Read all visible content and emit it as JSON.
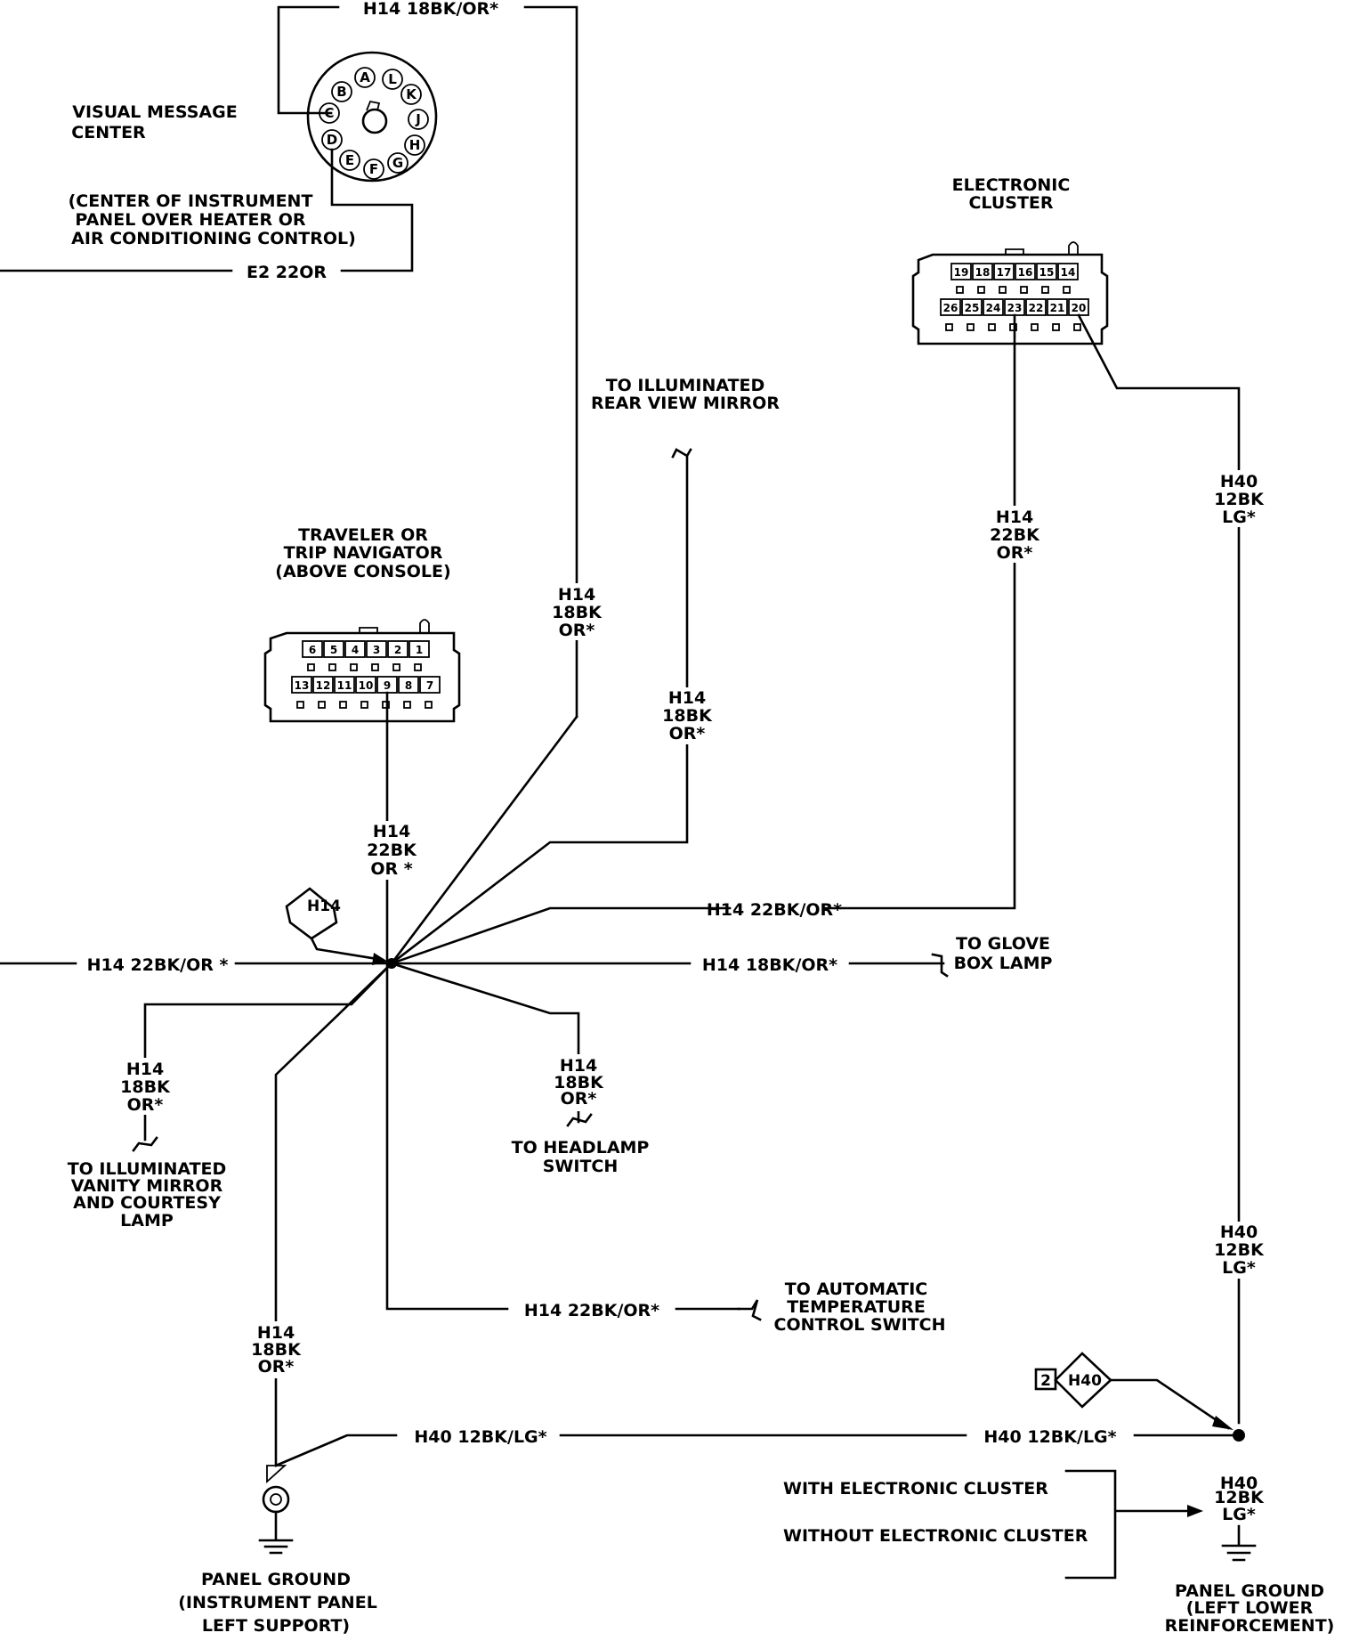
{
  "visual_message_center": {
    "title_line1": "VISUAL MESSAGE",
    "title_line2": "CENTER",
    "location_line1": "(CENTER OF INSTRUMENT",
    "location_line2": "PANEL OVER HEATER OR",
    "location_line3": "AIR CONDITIONING CONTROL)",
    "pins": [
      "A",
      "B",
      "C",
      "D",
      "E",
      "F",
      "G",
      "H",
      "J",
      "K",
      "L"
    ]
  },
  "electronic_cluster": {
    "title_line1": "ELECTRONIC",
    "title_line2": "CLUSTER",
    "top_pins": [
      "19",
      "18",
      "17",
      "16",
      "15",
      "14"
    ],
    "bottom_pins": [
      "26",
      "25",
      "24",
      "23",
      "22",
      "21",
      "20"
    ]
  },
  "traveler": {
    "title_line1": "TRAVELER OR",
    "title_line2": "TRIP NAVIGATOR",
    "title_line3": "(ABOVE CONSOLE)",
    "top_pins": [
      "6",
      "5",
      "4",
      "3",
      "2",
      "1"
    ],
    "bottom_pins": [
      "13",
      "12",
      "11",
      "10",
      "9",
      "8",
      "7"
    ]
  },
  "wires": {
    "vmc_top": "H14 18BK/OR*",
    "vmc_e2": "E2 22OR",
    "v18_line1": "H14",
    "v18_line2": "18BK",
    "v18_line3": "OR*",
    "mirror_line1": "H14",
    "mirror_line2": "18BK",
    "mirror_line3": "OR*",
    "cluster23_line1": "H14",
    "cluster23_line2": "22BK",
    "cluster23_line3": "OR*",
    "h40_upper_line1": "H40",
    "h40_upper_line2": "12BK",
    "h40_upper_line3": "LG*",
    "traveler_line1": "H14",
    "traveler_line2": "22BK",
    "traveler_line3": "OR *",
    "cluster_horizontal": "H14 22BK/OR*",
    "left_main": "H14 22BK/OR *",
    "glove_box": "H14 18BK/OR*",
    "vanity_line1": "H14",
    "vanity_line2": "18BK",
    "vanity_line3": "OR*",
    "headlamp_line1": "H14",
    "headlamp_line2": "18BK",
    "headlamp_line3": "OR*",
    "temp_control": "H14 22BK/OR*",
    "ground_left_line1": "H14",
    "ground_left_line2": "18BK",
    "ground_left_line3": "OR*",
    "h40_bottom_left": "H40 12BK/LG*",
    "h40_bottom_right": "H40 12BK/LG*",
    "h40_mid_line1": "H40",
    "h40_mid_line2": "12BK",
    "h40_mid_line3": "LG*",
    "h40_low_line1": "H40",
    "h40_low_line2": "12BK",
    "h40_low_line3": "LG*"
  },
  "destinations": {
    "rear_mirror_line1": "TO ILLUMINATED",
    "rear_mirror_line2": "REAR VIEW MIRROR",
    "glove_line1": "TO GLOVE",
    "glove_line2": "BOX LAMP",
    "vanity_line1": "TO ILLUMINATED",
    "vanity_line2": "VANITY MIRROR",
    "vanity_line3": "AND COURTESY",
    "vanity_line4": "LAMP",
    "headlamp_line1": "TO HEADLAMP",
    "headlamp_line2": "SWITCH",
    "temp_line1": "TO AUTOMATIC",
    "temp_line2": "TEMPERATURE",
    "temp_line3": "CONTROL SWITCH"
  },
  "splices": {
    "h14_label": "H14",
    "h40_label": "H40",
    "h40_ref": "2"
  },
  "options": {
    "with": "WITH ELECTRONIC CLUSTER",
    "without": "WITHOUT ELECTRONIC CLUSTER"
  },
  "grounds": {
    "left_line1": "PANEL GROUND",
    "left_line2": "(INSTRUMENT PANEL",
    "left_line3": "LEFT SUPPORT)",
    "right_line1": "PANEL GROUND",
    "right_line2": "(LEFT LOWER",
    "right_line3": "REINFORCEMENT)"
  }
}
